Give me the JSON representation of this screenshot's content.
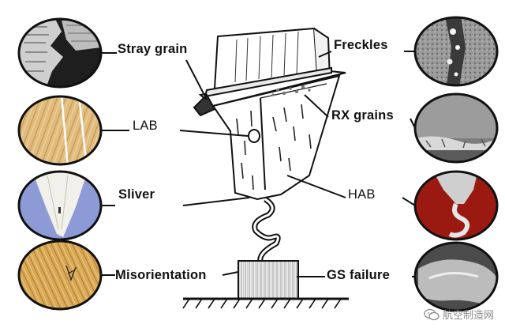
{
  "labels": {
    "stray_grain": "Stray grain",
    "lab": "LAB",
    "sliver": "Sliver",
    "misorientation": "Misorientation",
    "freckles": "Freckles",
    "rx_grains": "RX grains",
    "hab": "HAB",
    "gs_failure": "GS failure"
  },
  "watermark": {
    "text": "航空制造网",
    "icon": "wechat-icon"
  },
  "colors": {
    "line": "#111111",
    "wood_light": "#e2bf82",
    "wood_dark": "#b7853c",
    "sliver_blue": "#8c9ad6",
    "hab_red": "#9a1a12",
    "micro_dark": "#222222",
    "micro_gray": "#8f8f8f"
  }
}
